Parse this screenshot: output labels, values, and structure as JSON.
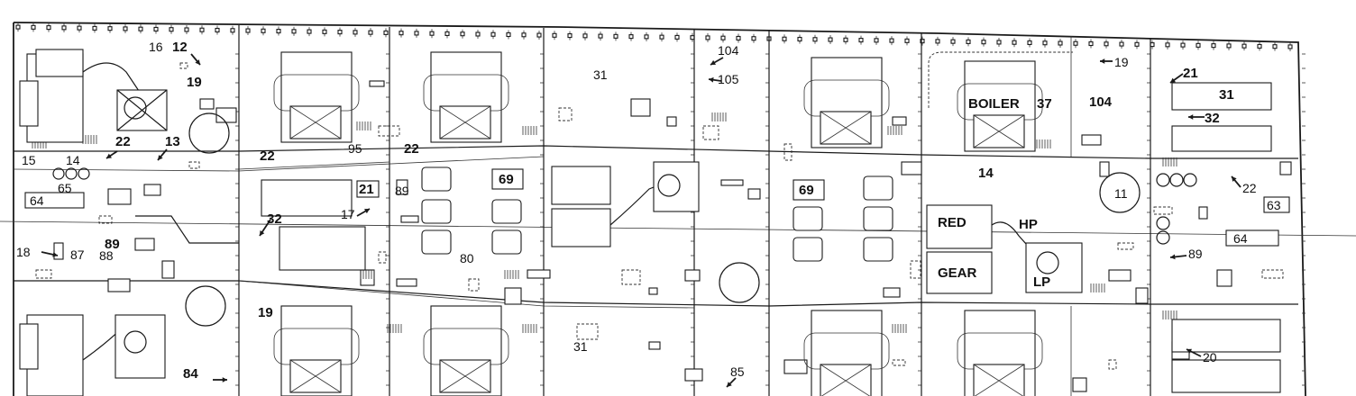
{
  "labels": {
    "l16": "16",
    "l12": "12",
    "l19a": "19",
    "l22a": "22",
    "l13": "13",
    "l15": "15",
    "l14a": "14",
    "l65": "65",
    "l64a": "64",
    "l18": "18",
    "l87": "87",
    "l89a": "89",
    "l88": "88",
    "l22b": "22",
    "l95": "95",
    "l22c": "22",
    "l21a": "21",
    "l89b": "89",
    "l17": "17",
    "l32a": "32",
    "l19b": "19",
    "l84": "84",
    "l31a": "31",
    "l104a": "104",
    "l105": "105",
    "l69a": "69",
    "l80": "80",
    "l31b": "31",
    "l85": "85",
    "l69b": "69",
    "lboiler": "BOILER",
    "l37": "37",
    "l104b": "104",
    "l19c": "19",
    "l14b": "14",
    "l11": "11",
    "lred": "RED",
    "lhp": "HP",
    "lgear": "GEAR",
    "llp": "LP",
    "l21b": "21",
    "l31c": "31",
    "l32b": "32",
    "l22d": "22",
    "l63": "63",
    "l64b": "64",
    "l89c": "89",
    "l20": "20"
  }
}
